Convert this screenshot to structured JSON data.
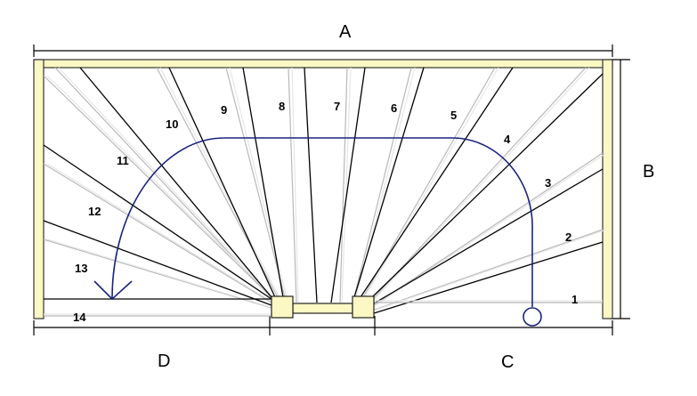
{
  "dimensions": {
    "top": "A",
    "right": "B",
    "bottom_right": "C",
    "bottom_left": "D"
  },
  "steps": [
    "1",
    "2",
    "3",
    "4",
    "5",
    "6",
    "7",
    "8",
    "9",
    "10",
    "11",
    "12",
    "13",
    "14"
  ],
  "colors": {
    "frame_fill": "#fbf8c4",
    "walk_line": "#1a237e",
    "tread_line": "#000000",
    "riser_line": "#b8b8b8"
  }
}
